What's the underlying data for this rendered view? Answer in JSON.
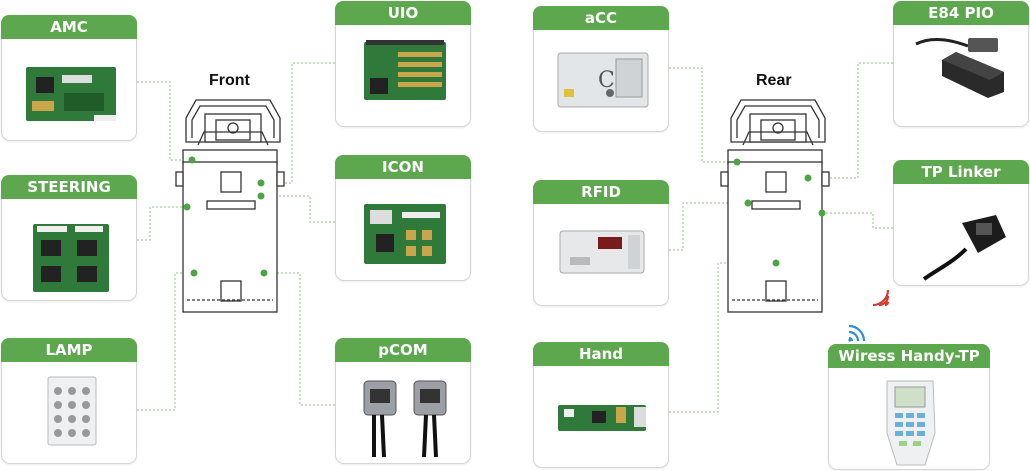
{
  "labels": {
    "front": "Front",
    "rear": "Rear"
  },
  "modules": {
    "amc": "AMC",
    "steering": "STEERING",
    "lamp": "LAMP",
    "uio": "UIO",
    "icon": "ICON",
    "pcom": "pCOM",
    "acc": "aCC",
    "rfid": "RFID",
    "hand": "Hand",
    "e84": "E84 PIO",
    "tplinker": "TP Linker",
    "handytp": "Wiress Handy-TP"
  },
  "colors": {
    "accent": "#5da84e",
    "board": "#2f7a3a",
    "dot": "#4ea445"
  }
}
